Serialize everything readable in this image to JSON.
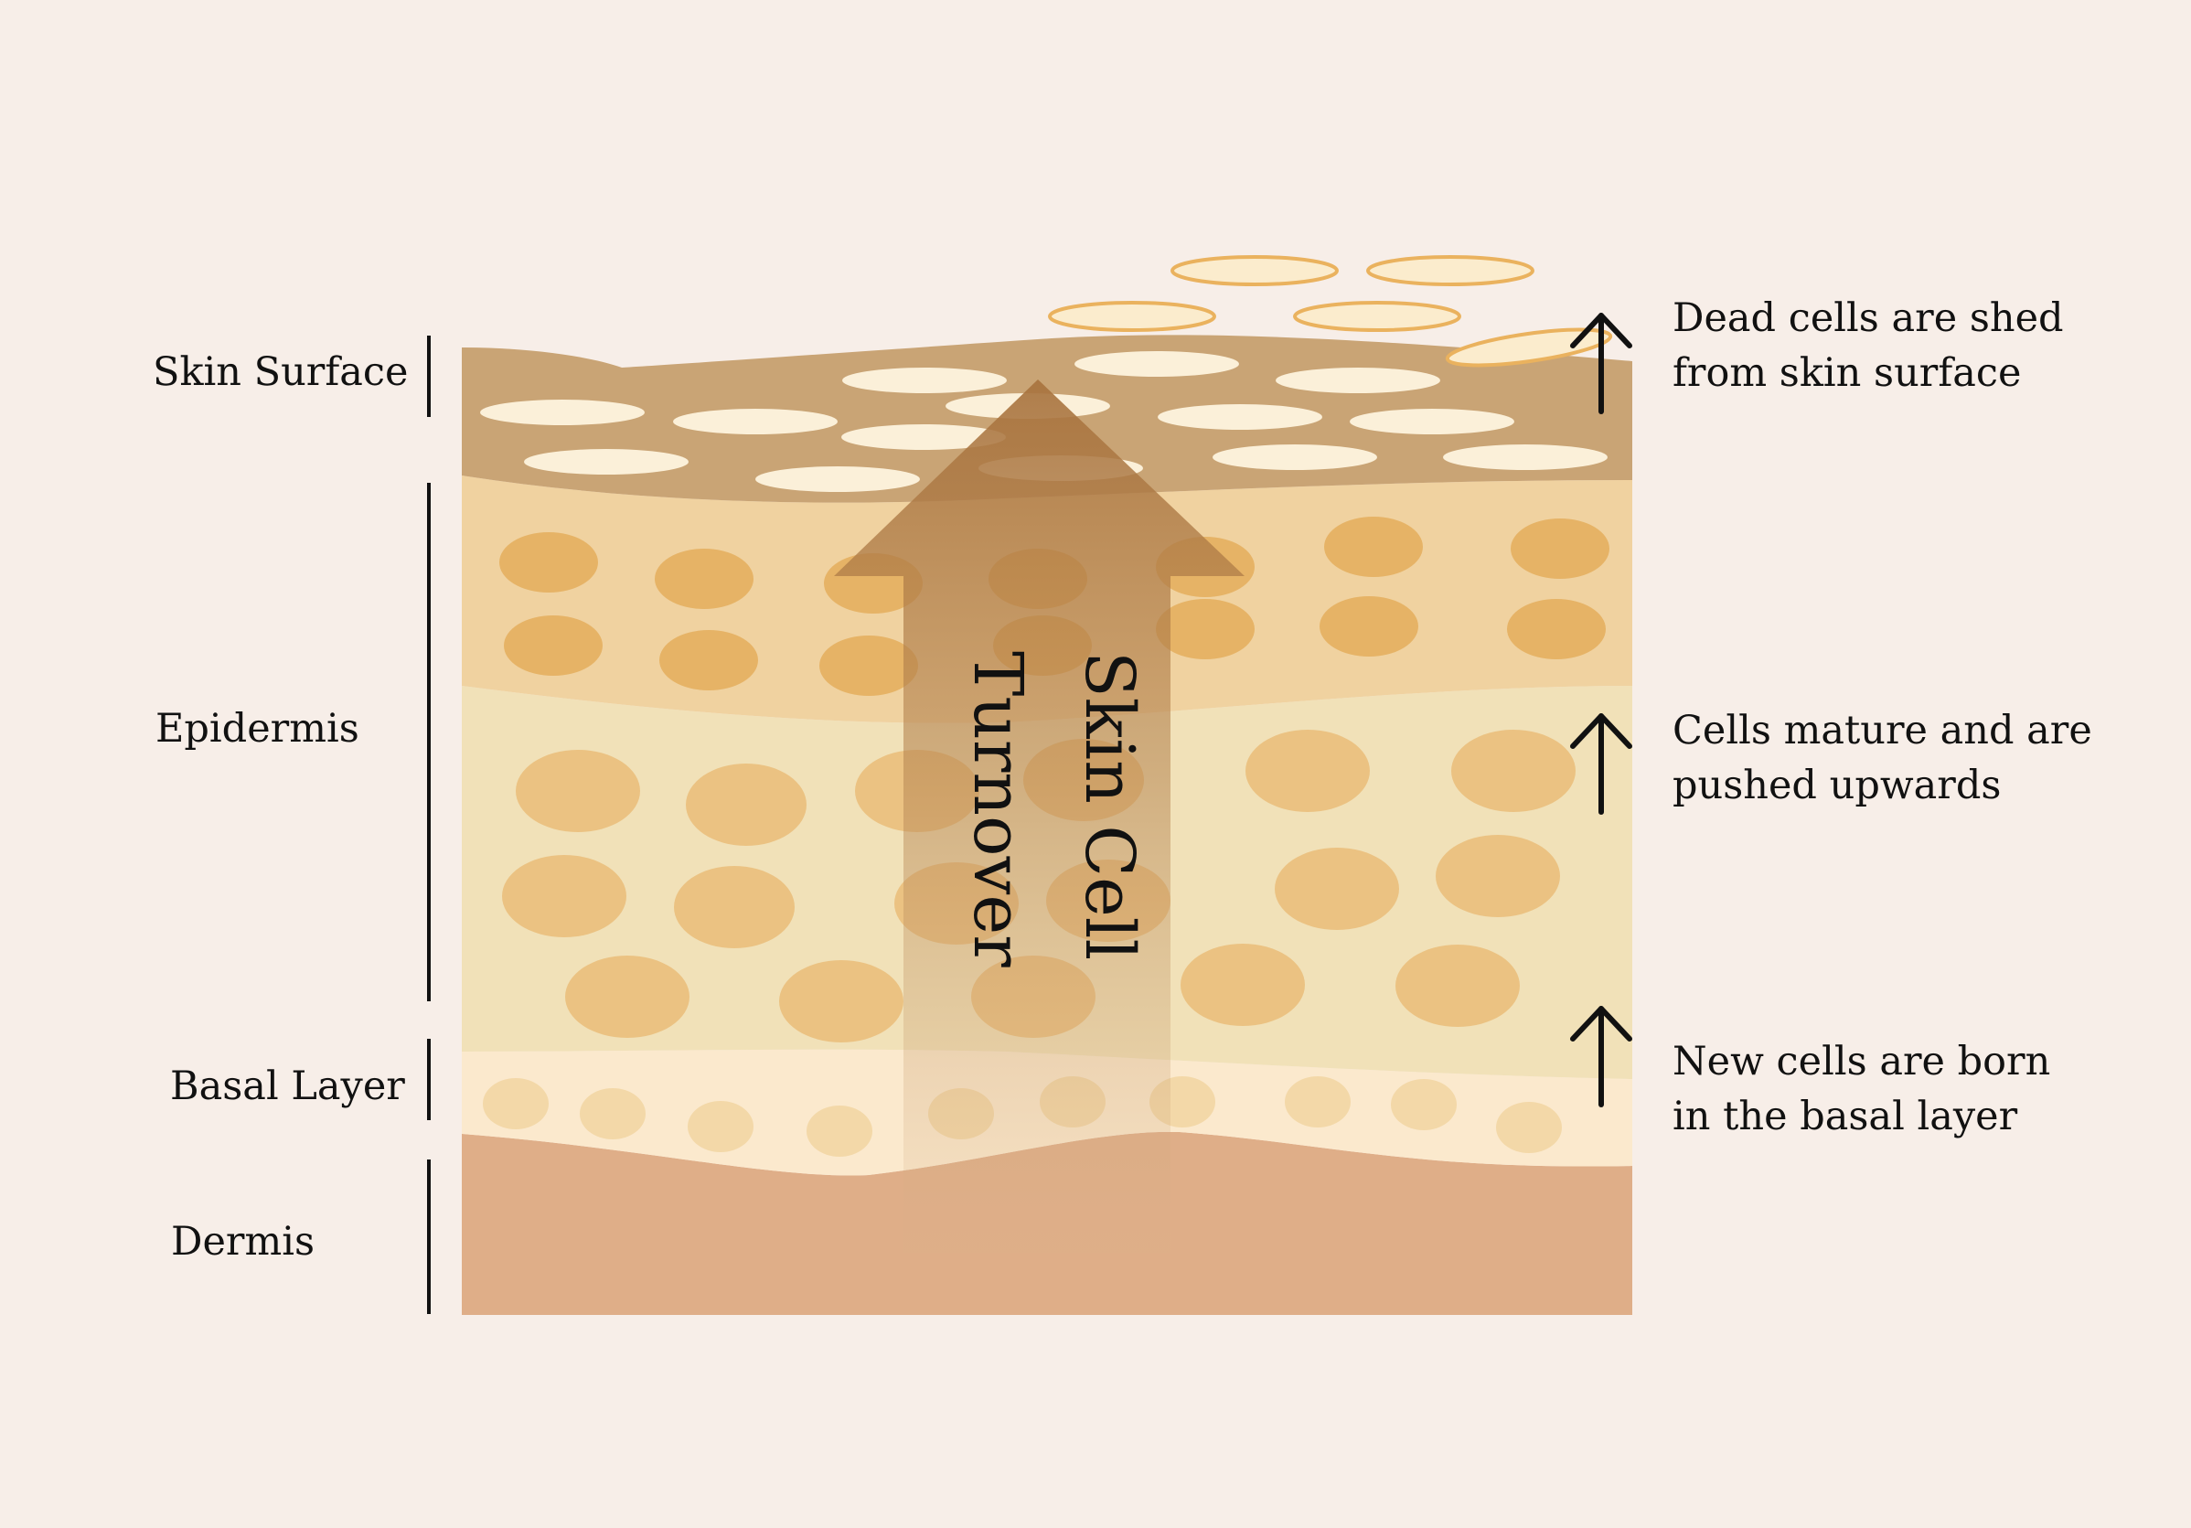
{
  "title": {
    "line1": "Skin Cell",
    "line2": "Turnover"
  },
  "layers": {
    "skin_surface": "Skin Surface",
    "epidermis": "Epidermis",
    "basal_layer": "Basal Layer",
    "dermis": "Dermis"
  },
  "notes": {
    "shed": {
      "line1": "Dead cells are shed",
      "line2": "from skin surface"
    },
    "mature": {
      "line1": "Cells mature and are",
      "line2": "pushed upwards"
    },
    "born": {
      "line1": "New cells are born",
      "line2": "in the basal layer"
    }
  },
  "colors": {
    "background": "#f7eee8",
    "surface_layer": "#c9a475",
    "upper_epidermis": "#f0d2a0",
    "mid_epidermis": "#f1e1b8",
    "basal_layer": "#fbe9cd",
    "dermis": "#dfae88",
    "arrow": "#a8733e"
  }
}
